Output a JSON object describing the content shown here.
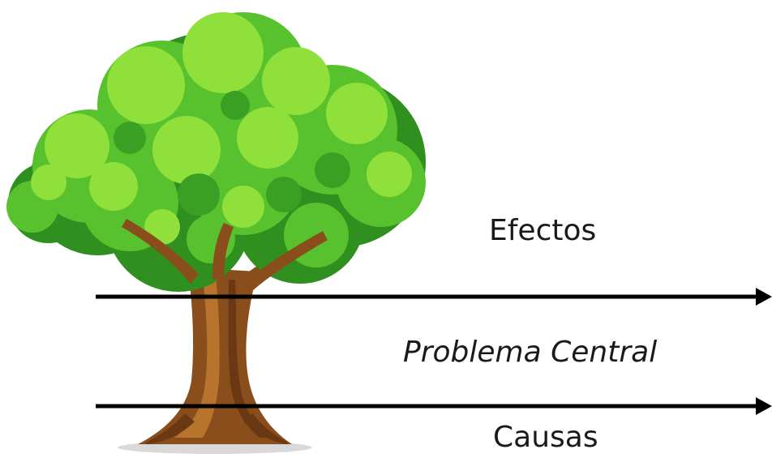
{
  "labels": {
    "effects": "Efectos",
    "central_problem": "Problema Central",
    "causes": "Causas"
  },
  "colors": {
    "foliage_dark": "#2f8f1f",
    "foliage_mid": "#58c22e",
    "foliage_light": "#8fe03a",
    "trunk": "#8a4d1c",
    "trunk_light": "#b8732c",
    "arrow": "#000000"
  }
}
